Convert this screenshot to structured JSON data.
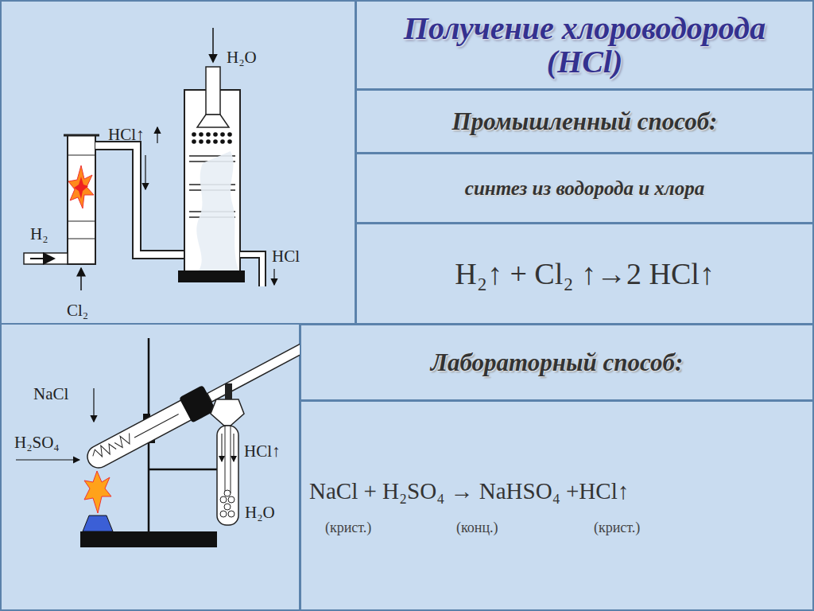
{
  "diagram": {
    "title": "Получение хлороводорода (HCl)",
    "nodes": [
      {
        "text": [
          "Промышленный способ:"
        ]
      },
      {
        "text": [
          "синтез из водорода и хлора"
        ]
      },
      {
        "text": [
          "H₂↑ + Cl₂ ↑→2 HCl↑"
        ]
      },
      {
        "text": [
          "Лабораторный способ:"
        ]
      },
      {
        "text": [
          "NaCl + H₂SO₄ → NaHSO₄ +HCl↑",
          "(крист.)",
          "(конц.)",
          "(крист.)"
        ]
      }
    ],
    "labels": [
      "H₂O",
      "HCl↑",
      "H₂",
      "Cl₂",
      "HCl",
      "NaCl",
      "H₂SO₄",
      "HCl↑",
      "H₂O"
    ]
  }
}
